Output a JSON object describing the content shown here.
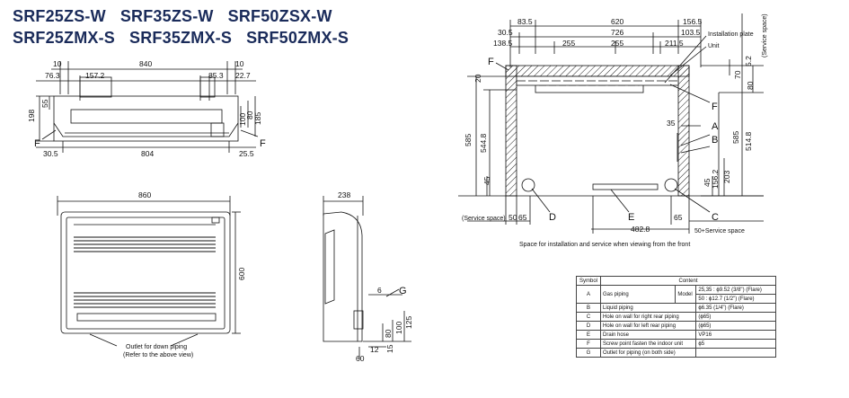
{
  "titles": {
    "line1": [
      "SRF25ZS-W",
      "SRF35ZS-W",
      "SRF50ZSX-W"
    ],
    "line2": [
      "SRF25ZMX-S",
      "SRF35ZMX-S",
      "SRF50ZMX-S"
    ]
  },
  "top_view": {
    "dims": {
      "d10a": "10",
      "d840": "840",
      "d10b": "10",
      "d76_3": "76.3",
      "d157_2": "157.2",
      "d85_3": "85.3",
      "d22_7": "22.7",
      "d198": "198",
      "d55": "55",
      "d100": "100",
      "d80": "80",
      "d185": "185",
      "d30_5": "30.5",
      "d804": "804",
      "d25_5": "25.5"
    },
    "label_f_left": "F",
    "label_f_right": "F"
  },
  "front_view": {
    "dims": {
      "d860": "860",
      "d600": "600"
    },
    "note_line1": "Outlet for down piping",
    "note_line2": "(Refer to the above view)"
  },
  "side_view": {
    "dims": {
      "d238": "238",
      "d6": "6",
      "d80": "80",
      "d100": "100",
      "d125": "125",
      "d12": "12",
      "d15": "15",
      "d60": "60"
    },
    "label_g": "G"
  },
  "installation": {
    "dims": {
      "d83_5": "83.5",
      "d620": "620",
      "d156_5": "156.5",
      "d30_5": "30.5",
      "d726": "726",
      "d103_5": "103.5",
      "d138_5": "138.5",
      "d255a": "255",
      "d255b": "255",
      "d211_5": "211.5",
      "d20": "20",
      "d5_2": "5.2",
      "d70": "70",
      "d80": "80",
      "d585a": "585",
      "d544_8": "544.8",
      "d35": "35",
      "d585b": "585",
      "d514_8": "514.8",
      "d45a": "45",
      "d45b": "45",
      "d156_2": "156.2",
      "d203": "203",
      "d50": "50",
      "d65a": "65",
      "d482_8": "482.8",
      "d65b": "65"
    },
    "labels": {
      "installation_plate": "Installation plate",
      "unit": "Unit",
      "service_space_right": "(Service space)",
      "service_space_left": "(Service space)",
      "service_space_bottom": "50+Service space",
      "caption": "Space for installation and service when viewing from the front",
      "F1": "F",
      "F2": "F",
      "A": "A",
      "B": "B",
      "C": "C",
      "D": "D",
      "E": "E"
    }
  },
  "spec_table": {
    "header_symbol": "Symbol",
    "header_content": "Content",
    "rows": [
      {
        "symbol": "A",
        "content": "Gas piping",
        "extra": "Model",
        "sub": [
          "25,35 : ϕ9.52 (3/8\") (Flare)",
          "50 : ϕ12.7 (1/2\") (Flare)"
        ]
      },
      {
        "symbol": "B",
        "content": "Liquid piping",
        "value": "ϕ6.35 (1/4\") (Flare)"
      },
      {
        "symbol": "C",
        "content": "Hole on wall for right rear piping",
        "value": "(ϕ65)"
      },
      {
        "symbol": "D",
        "content": "Hole on wall for left rear piping",
        "value": "(ϕ65)"
      },
      {
        "symbol": "E",
        "content": "Drain hose",
        "value": "VP16"
      },
      {
        "symbol": "F",
        "content": "Screw point fasten the indoor unit",
        "value": "ϕ5"
      },
      {
        "symbol": "G",
        "content": "Outlet for piping (on both side)",
        "value": ""
      }
    ]
  }
}
